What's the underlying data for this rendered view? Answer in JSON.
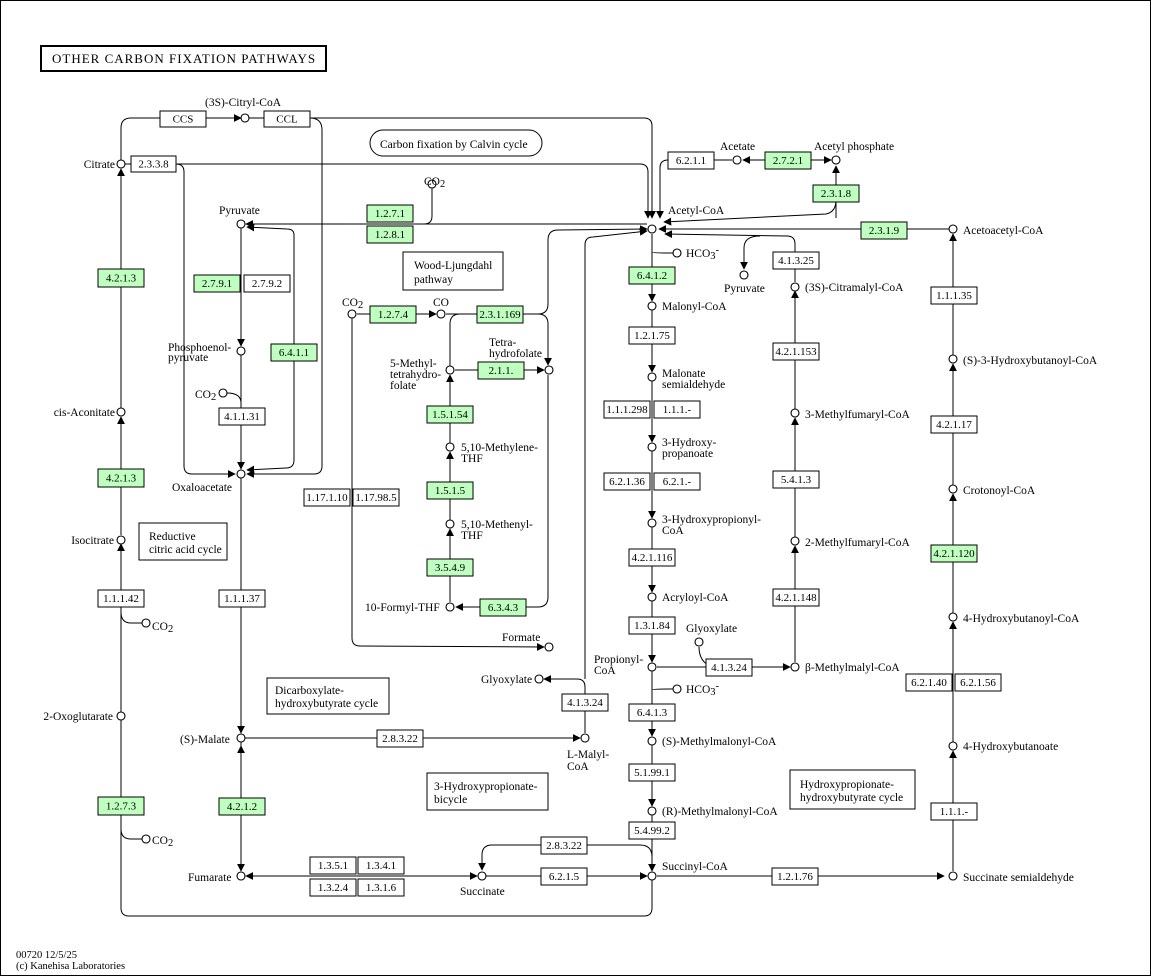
{
  "title": "OTHER CARBON FIXATION PATHWAYS",
  "footer": {
    "line1": "00720 12/5/25",
    "line2": "(c) Kanehisa Laboratories"
  },
  "colors": {
    "enzyme_present": "#bfffbf",
    "enzyme_absent": "#ffffff",
    "line": "#000000"
  },
  "maps": {
    "calvin": "Carbon fixation by Calvin cycle",
    "wl_1": "Wood-Ljungdahl",
    "wl_2": "pathway",
    "rca_1": "Reductive",
    "rca_2": "citric acid cycle",
    "dh_1": "Dicarboxylate-",
    "dh_2": "hydroxybutyrate cycle",
    "hpb_1": "3-Hydroxypropionate-",
    "hpb_2": "bicycle",
    "hh_1": "Hydroxypropionate-",
    "hh_2": "hydroxybutyrate cycle"
  },
  "compounds": {
    "citryl": "(3S)-Citryl-CoA",
    "citrate": "Citrate",
    "pyruvate": "Pyruvate",
    "co2": "CO",
    "co2_sub": "2",
    "pep_1": "Phosphoenol-",
    "pep_2": "pyruvate",
    "cis_aconitate": "cis-Aconitate",
    "oxaloacetate": "Oxaloacetate",
    "isocitrate": "Isocitrate",
    "oxoglutarate": "2-Oxoglutarate",
    "malate": "(S)-Malate",
    "fumarate": "Fumarate",
    "succinate": "Succinate",
    "co": "CO",
    "thf_1": "Tetra-",
    "thf_2": "hydrofolate",
    "mthf_1": "5-Methyl-",
    "mthf_2": "tetrahydro-",
    "mthf_3": "folate",
    "methylene_1": "5,10-Methylene-",
    "methylene_2": "THF",
    "methenyl_1": "5,10-Methenyl-",
    "methenyl_2": "THF",
    "formyl": "10-Formyl-THF",
    "formate": "Formate",
    "glyoxylate": "Glyoxylate",
    "lmalyl_1": "L-Malyl-",
    "lmalyl_2": "CoA",
    "acetyl_coa": "Acetyl-CoA",
    "acetate": "Acetate",
    "acetyl_p": "Acetyl phosphate",
    "hco3": "HCO",
    "hco3_sup": "3",
    "hco3_minus": "-",
    "malonyl": "Malonyl-CoA",
    "malonate_sa_1": "Malonate",
    "malonate_sa_2": "semialdehyde",
    "hp_1": "3-Hydroxy-",
    "hp_2": "propanoate",
    "hpcoa_1": "3-Hydroxypropionyl-",
    "hpcoa_2": "CoA",
    "acryloyl": "Acryloyl-CoA",
    "propionyl_1": "Propionyl-",
    "propionyl_2": "CoA",
    "s_mm": "(S)-Methylmalonyl-CoA",
    "r_mm": "(R)-Methylmalonyl-CoA",
    "succinyl": "Succinyl-CoA",
    "citramalyl": "(3S)-Citramalyl-CoA",
    "mfumaryl3": "3-Methylfumaryl-CoA",
    "mfumaryl2": "2-Methylfumaryl-CoA",
    "bmm": "β-Methylmalyl-CoA",
    "acetoacetyl": "Acetoacetyl-CoA",
    "shb": "(S)-3-Hydroxybutanoyl-CoA",
    "crotonoyl": "Crotonoyl-CoA",
    "hbcoa4": "4-Hydroxybutanoyl-CoA",
    "hb4": "4-Hydroxybutanoate",
    "ssa": "Succinate semialdehyde"
  },
  "enzymes": [
    {
      "id": "CCS",
      "label": "CCS",
      "green": false
    },
    {
      "id": "CCL",
      "label": "CCL",
      "green": false
    },
    {
      "id": "e2338",
      "label": "2.3.3.8",
      "green": false
    },
    {
      "id": "e4213a",
      "label": "4.2.1.3",
      "green": true
    },
    {
      "id": "e4213b",
      "label": "4.2.1.3",
      "green": true
    },
    {
      "id": "e11142",
      "label": "1.1.1.42",
      "green": false
    },
    {
      "id": "e1273",
      "label": "1.2.7.3",
      "green": true
    },
    {
      "id": "e1271",
      "label": "1.2.7.1",
      "green": true
    },
    {
      "id": "e1281",
      "label": "1.2.8.1",
      "green": true
    },
    {
      "id": "e2791",
      "label": "2.7.9.1",
      "green": true
    },
    {
      "id": "e2792",
      "label": "2.7.9.2",
      "green": false
    },
    {
      "id": "e6411",
      "label": "6.4.1.1",
      "green": true
    },
    {
      "id": "e41131",
      "label": "4.1.1.31",
      "green": false
    },
    {
      "id": "e11137",
      "label": "1.1.1.37",
      "green": false
    },
    {
      "id": "e4212",
      "label": "4.2.1.2",
      "green": true
    },
    {
      "id": "e1351",
      "label": "1.3.5.1",
      "green": false
    },
    {
      "id": "e1341",
      "label": "1.3.4.1",
      "green": false
    },
    {
      "id": "e1324",
      "label": "1.3.2.4",
      "green": false
    },
    {
      "id": "e1316",
      "label": "1.3.1.6",
      "green": false
    },
    {
      "id": "e2615",
      "label": "6.2.1.5",
      "green": false
    },
    {
      "id": "e28322a",
      "label": "2.8.3.22",
      "green": false
    },
    {
      "id": "e28322b",
      "label": "2.8.3.22",
      "green": false
    },
    {
      "id": "e1274",
      "label": "1.2.7.4",
      "green": true
    },
    {
      "id": "e231169",
      "label": "2.3.1.169",
      "green": true
    },
    {
      "id": "e211",
      "label": "2.1.1.",
      "green": true
    },
    {
      "id": "e15154",
      "label": "1.5.1.54",
      "green": true
    },
    {
      "id": "e1515",
      "label": "1.5.1.5",
      "green": true
    },
    {
      "id": "e3549",
      "label": "3.5.4.9",
      "green": true
    },
    {
      "id": "e6343",
      "label": "6.3.4.3",
      "green": true
    },
    {
      "id": "e117110",
      "label": "1.17.1.10",
      "green": false
    },
    {
      "id": "e117985",
      "label": "1.17.98.5",
      "green": false
    },
    {
      "id": "e41324a",
      "label": "4.1.3.24",
      "green": false
    },
    {
      "id": "e6211",
      "label": "6.2.1.1",
      "green": false
    },
    {
      "id": "e2721",
      "label": "2.7.2.1",
      "green": true
    },
    {
      "id": "e2318",
      "label": "2.3.1.8",
      "green": true
    },
    {
      "id": "e6412",
      "label": "6.4.1.2",
      "green": true
    },
    {
      "id": "e12175",
      "label": "1.2.1.75",
      "green": false
    },
    {
      "id": "e111298",
      "label": "1.1.1.298",
      "green": false
    },
    {
      "id": "e111d",
      "label": "1.1.1.-",
      "green": false
    },
    {
      "id": "e62136",
      "label": "6.2.1.36",
      "green": false
    },
    {
      "id": "e621d",
      "label": "6.2.1.-",
      "green": false
    },
    {
      "id": "e421116",
      "label": "4.2.1.116",
      "green": false
    },
    {
      "id": "e13184",
      "label": "1.3.1.84",
      "green": false
    },
    {
      "id": "e6413",
      "label": "6.4.1.3",
      "green": false
    },
    {
      "id": "e51991",
      "label": "5.1.99.1",
      "green": false
    },
    {
      "id": "e54992",
      "label": "5.4.99.2",
      "green": false
    },
    {
      "id": "e41325",
      "label": "4.1.3.25",
      "green": false
    },
    {
      "id": "e421153",
      "label": "4.2.1.153",
      "green": false
    },
    {
      "id": "e5413",
      "label": "5.4.1.3",
      "green": false
    },
    {
      "id": "e421148",
      "label": "4.2.1.148",
      "green": false
    },
    {
      "id": "e41324b",
      "label": "4.1.3.24",
      "green": false
    },
    {
      "id": "e2319",
      "label": "2.3.1.9",
      "green": true
    },
    {
      "id": "e11135",
      "label": "1.1.1.35",
      "green": false
    },
    {
      "id": "e42117",
      "label": "4.2.1.17",
      "green": false
    },
    {
      "id": "e421120",
      "label": "4.2.1.120",
      "green": true
    },
    {
      "id": "e62140",
      "label": "6.2.1.40",
      "green": false
    },
    {
      "id": "e62156",
      "label": "6.2.1.56",
      "green": false
    },
    {
      "id": "e111d2",
      "label": "1.1.1.-",
      "green": false
    },
    {
      "id": "e12176",
      "label": "1.2.1.76",
      "green": false
    }
  ]
}
